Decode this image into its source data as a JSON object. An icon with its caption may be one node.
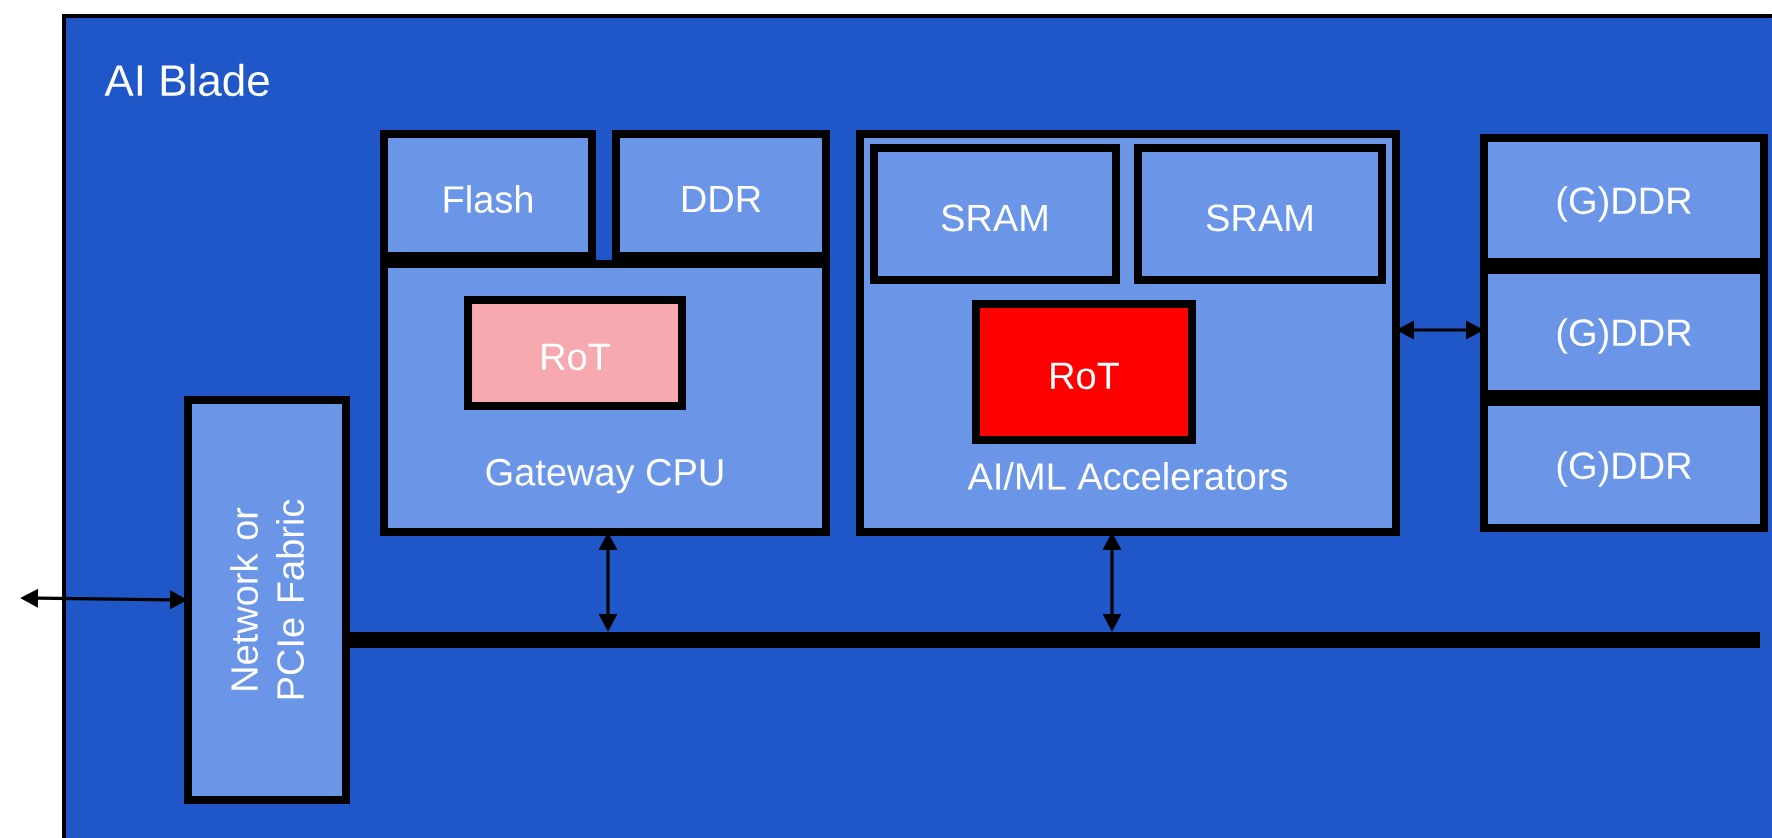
{
  "diagram": {
    "nodes": [
      {
        "text": [
          "AI Blade"
        ]
      },
      {
        "text": [
          "Flash"
        ],
        "in": 0
      },
      {
        "text": [
          "DDR"
        ],
        "in": 0
      },
      {
        "text": [
          "Gateway CPU"
        ],
        "in": 0
      },
      {
        "text": [
          "RoT"
        ],
        "in": 3
      },
      {
        "text": [
          "AI/ML Accelerators"
        ],
        "in": 0
      },
      {
        "text": [
          "SRAM"
        ],
        "in": 5
      },
      {
        "text": [
          "SRAM"
        ],
        "in": 5
      },
      {
        "text": [
          "RoT"
        ],
        "in": 5
      },
      {
        "text": [
          "(G)DDR"
        ],
        "in": 0
      },
      {
        "text": [
          "(G)DDR"
        ],
        "in": 0
      },
      {
        "text": [
          "(G)DDR"
        ],
        "in": 0
      },
      {
        "text": [
          "Network or PCIe Fabric"
        ],
        "in": 0
      },
      {
        "text": [],
        "shape": "bar",
        "in": 0
      }
    ],
    "edges": [
      {
        "from": null,
        "to": 12,
        "arrow": "both"
      },
      {
        "from": 3,
        "to": 13,
        "arrow": "both"
      },
      {
        "from": 5,
        "to": 13,
        "arrow": "both"
      },
      {
        "from": 5,
        "to": 10,
        "arrow": "both"
      }
    ]
  }
}
